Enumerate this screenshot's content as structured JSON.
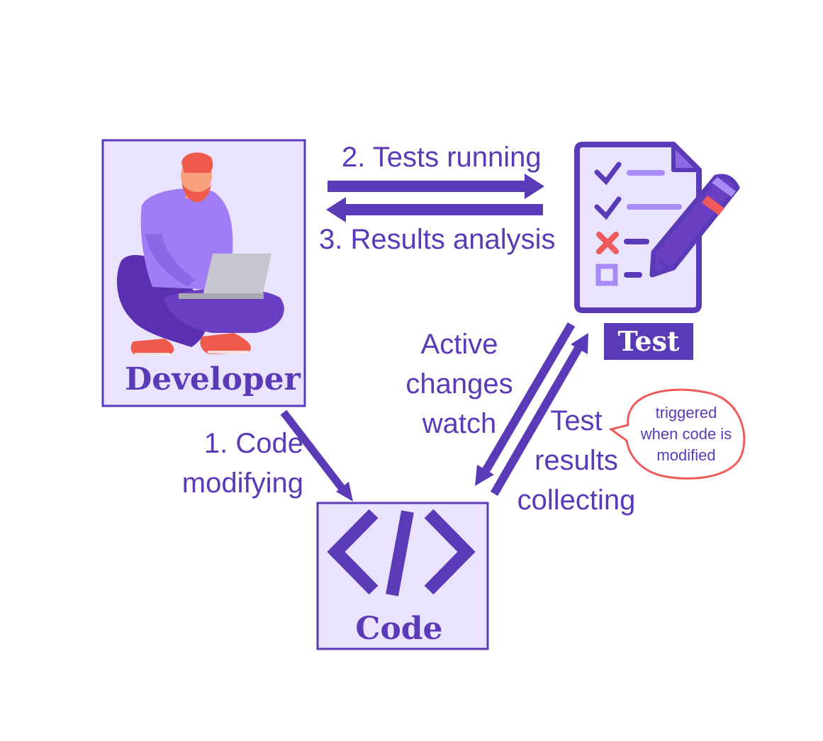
{
  "nodes": {
    "developer": {
      "label": "Developer"
    },
    "code": {
      "label": "Code"
    },
    "test": {
      "label": "Test"
    }
  },
  "edges": {
    "code_modifying": "1. Code\nmodifying",
    "tests_running": "2. Tests running",
    "results_analysis": "3. Results analysis",
    "active_changes_watch": "Active\nchanges\nwatch",
    "test_results_collecting": "Test\nresults\ncollecting"
  },
  "note": {
    "text": "triggered\nwhen code is\nmodified"
  },
  "colors": {
    "primary": "#5b3ab8",
    "box_fill": "#e9e3fd",
    "accent_red": "#f05a5a",
    "light_purple": "#a88bf4"
  },
  "icons": [
    "developer-illustration",
    "code-brackets-icon",
    "test-checklist-icon",
    "pencil-icon"
  ]
}
